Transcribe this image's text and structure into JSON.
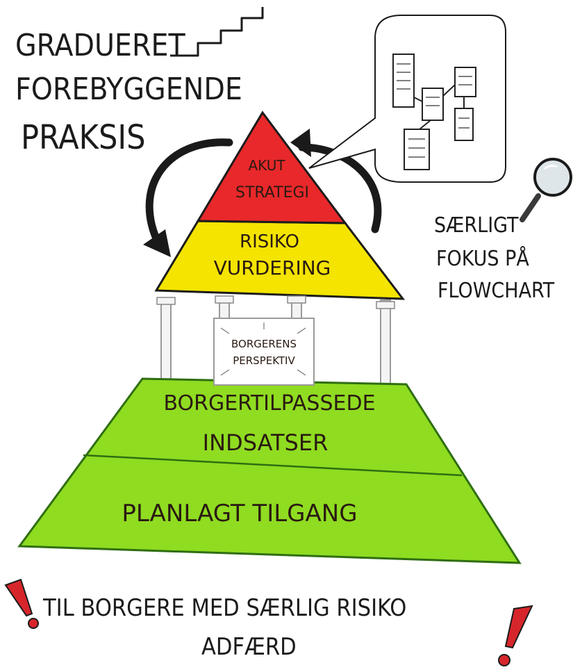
{
  "title": {
    "line1": "GRADUERET",
    "line2": "FOREBYGGENDE",
    "line3": "PRAKSIS"
  },
  "pyramid": {
    "top": {
      "line1": "AKUT",
      "line2": "STRATEGI",
      "color": "#e8282a"
    },
    "middle": {
      "line1": "RISIKO",
      "line2": "VURDERING",
      "color": "#f4e400"
    },
    "base_upper": {
      "line1": "BORGERTILPASSEDE",
      "line2": "INDSATSER",
      "color": "#8fdc21"
    },
    "base_lower": {
      "line1": "PLANLAGT  TILGANG",
      "color": "#8fdc21"
    }
  },
  "sign": {
    "line1": "BORGERENS",
    "line2": "PERSPEKTIV"
  },
  "side_note": {
    "line1": "SÆRLIGT",
    "line2": "FOKUS PÅ",
    "line3": "FLOWCHART"
  },
  "footer": {
    "line1": "TIL  BORGERE MED SÆRLIG RISIKO",
    "line2": "ADFÆRD"
  },
  "icons": [
    "staircase-icon",
    "flowchart-bubble-icon",
    "magnifier-icon",
    "exclamation-icon"
  ],
  "colors": {
    "ink": "#1b1b1b",
    "red": "#e8282a",
    "yellow": "#f4e400",
    "green": "#8fdc21",
    "exclamation": "#d7262b"
  }
}
